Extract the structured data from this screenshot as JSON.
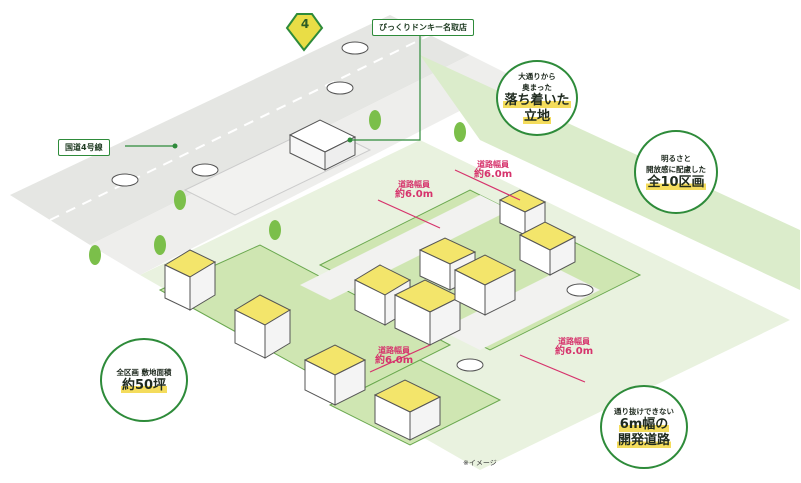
{
  "labels": {
    "store": "びっくりドンキー名取店",
    "road": "国道4号線",
    "route_number": "4"
  },
  "bubbles": {
    "quiet": {
      "line1": "大通りから",
      "line2": "奥まった",
      "big1": "落ち着いた",
      "big2": "立地"
    },
    "open": {
      "line1": "明るさと",
      "line2": "開放感に配慮した",
      "big": "全10区画"
    },
    "size": {
      "line1": "全区画 敷地面積",
      "big": "約50坪"
    },
    "road": {
      "line1": "通り抜けできない",
      "big1": "6m幅の",
      "big2": "開発道路"
    }
  },
  "dimensions": [
    {
      "label": "道路幅員",
      "value": "約6.0m"
    },
    {
      "label": "道路幅員",
      "value": "約6.0m"
    },
    {
      "label": "道路幅員",
      "value": "約6.0m"
    },
    {
      "label": "道路幅員",
      "value": "約6.0m"
    }
  ],
  "note": "※イメージ",
  "colors": {
    "accent_green": "#2e8b3a",
    "lawn": "#cfe6b2",
    "roof": "#f3e56b",
    "highlight": "#f4dc5c",
    "dimension": "#d6336c",
    "road": "#e6e6e6"
  }
}
